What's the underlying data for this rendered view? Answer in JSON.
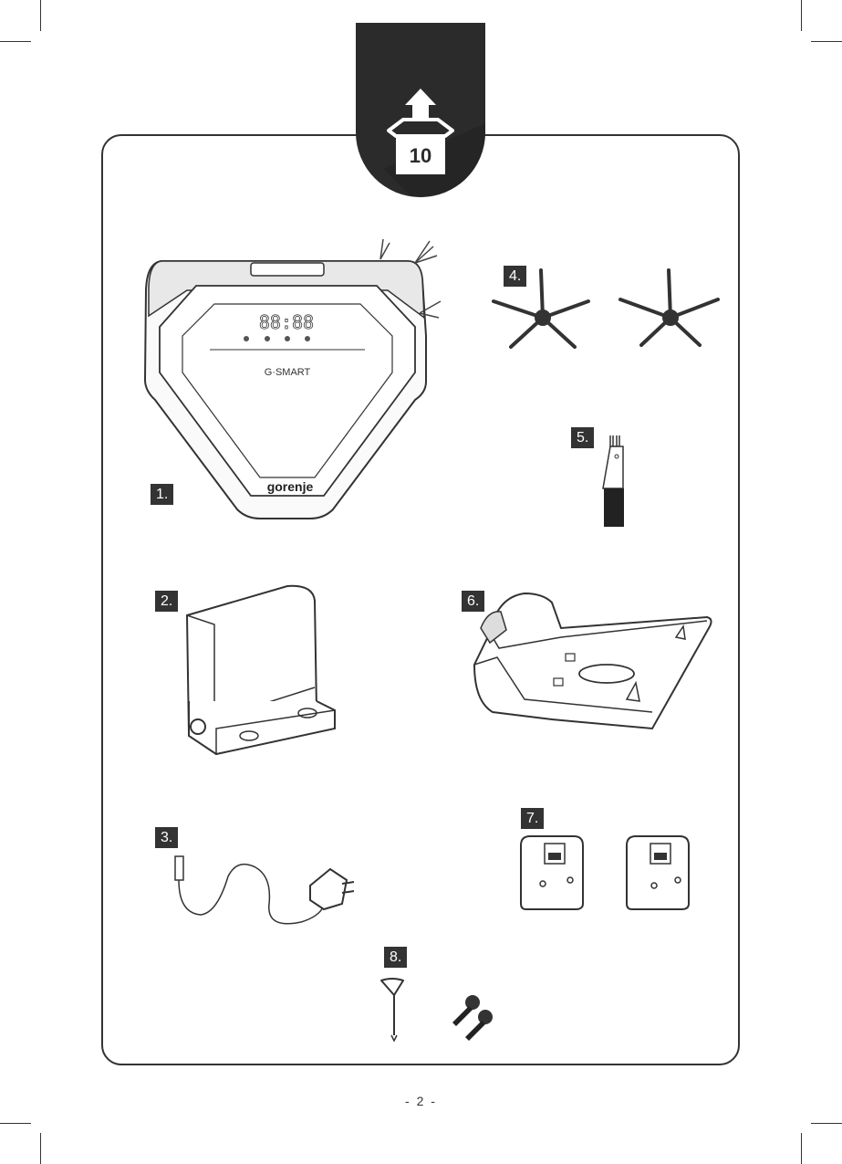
{
  "badge": {
    "quantity": "10",
    "icon": "open-box-icon"
  },
  "items": [
    {
      "label": "1.",
      "name": "robot-vacuum",
      "brand": "gorenje",
      "model": "G·SMART",
      "display": "88:88"
    },
    {
      "label": "2.",
      "name": "charging-dock"
    },
    {
      "label": "3.",
      "name": "power-adapter"
    },
    {
      "label": "4.",
      "name": "side-brushes"
    },
    {
      "label": "5.",
      "name": "cleaning-brush"
    },
    {
      "label": "6.",
      "name": "dock-base-plate"
    },
    {
      "label": "7.",
      "name": "wall-brackets"
    },
    {
      "label": "8.",
      "name": "key-and-screws"
    }
  ],
  "page_number": "- 2 -",
  "colors": {
    "ink": "#333333",
    "badge": "#2b2b2b"
  }
}
